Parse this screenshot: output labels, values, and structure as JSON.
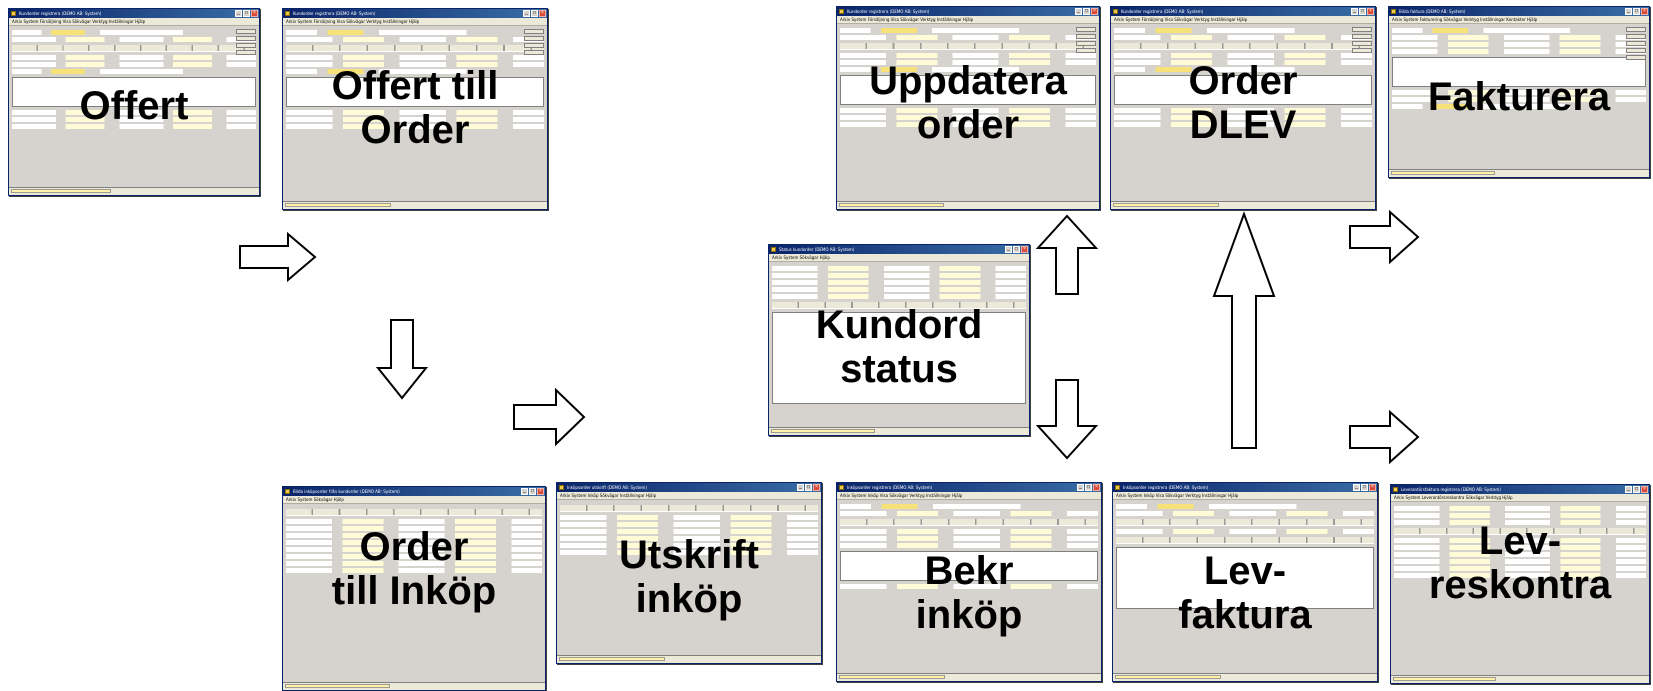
{
  "screens": [
    {
      "id": "offert",
      "title": "Kundorder registrera (DEMO AB: System)",
      "menu": "Arkiv  System  Försäljning  Visa  Sökvägar  Verktyg  Inställningar  Hjälp",
      "label": [
        "Offert"
      ]
    },
    {
      "id": "offert-till-order",
      "title": "Kundorder registrera (DEMO AB: System)",
      "menu": "Arkiv  System  Försäljning  Visa  Sökvägar  Verktyg  Inställningar  Hjälp",
      "label": [
        "Offert till",
        "Order"
      ]
    },
    {
      "id": "uppdatera-order",
      "title": "Kundorder registrera (DEMO AB: System)",
      "menu": "Arkiv  System  Försäljning  Visa  Sökvägar  Verktyg  Inställningar  Hjälp",
      "label": [
        "Uppdatera",
        "order"
      ]
    },
    {
      "id": "order-dlev",
      "title": "Kundorder registrera (DEMO AB: System)",
      "menu": "Arkiv  System  Försäljning  Visa  Sökvägar  Verktyg  Inställningar  Hjälp",
      "label": [
        "Order",
        "DLEV"
      ]
    },
    {
      "id": "fakturera",
      "title": "Bilda faktura (DEMO AB: System)",
      "menu": "Arkiv  System  Fakturering  Sökvägar  Verktyg  Inställningar  Kontakter  Hjälp",
      "label": [
        "Fakturera"
      ]
    },
    {
      "id": "kundord-status",
      "title": "Status kundorder (DEMO AB: System)",
      "menu": "Arkiv  System  Sökvägar  Hjälp",
      "label": [
        "Kundord",
        "status"
      ]
    },
    {
      "id": "order-till-inkop",
      "title": "Bilda inköpsorder från kundorder (DEMO AB: System)",
      "menu": "Arkiv  System  Sökvägar  Hjälp",
      "label": [
        "Order",
        "till Inköp"
      ]
    },
    {
      "id": "utskrift-inkop",
      "title": "Inköpsorder utskrift (DEMO AB: System)",
      "menu": "Arkiv  System  Inköp  Sökvägar  Inställningar  Hjälp",
      "label": [
        "Utskrift",
        "inköp"
      ]
    },
    {
      "id": "bekr-inkop",
      "title": "Inköpsorder registrera (DEMO AB: System)",
      "menu": "Arkiv  System  Inköp  Visa  Sökvägar  Verktyg  Inställningar  Hjälp",
      "label": [
        "Bekr",
        "inköp"
      ]
    },
    {
      "id": "lev-faktura",
      "title": "Inköpsorder registrera (DEMO AB: System)",
      "menu": "Arkiv  System  Inköp  Visa  Sökvägar  Verktyg  Inställningar  Hjälp",
      "label": [
        "Lev-",
        "faktura"
      ]
    },
    {
      "id": "lev-reskontra",
      "title": "Leverantörsfaktura registrera (DEMO AB: System)",
      "menu": "Arkiv  System  Leverantörsreskontra  Sökvägar  Verktyg  Hjälp",
      "label": [
        "Lev-",
        "reskontra"
      ]
    }
  ]
}
